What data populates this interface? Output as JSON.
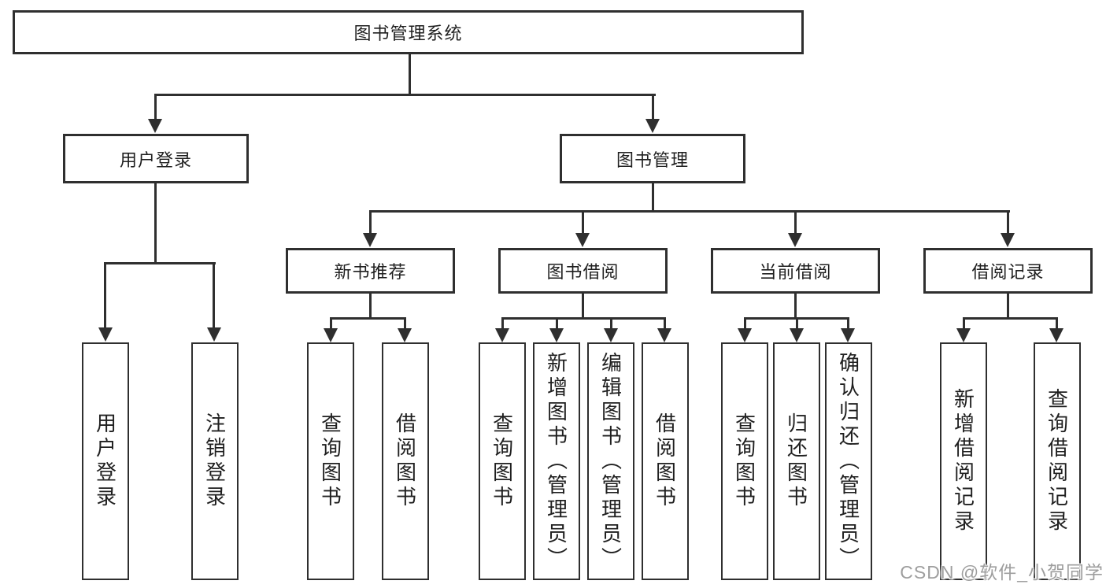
{
  "nodes": {
    "root": "图书管理系统",
    "level2": [
      {
        "label": "用户登录"
      },
      {
        "label": "图书管理"
      }
    ],
    "level3": [
      {
        "label": "新书推荐"
      },
      {
        "label": "图书借阅"
      },
      {
        "label": "当前借阅"
      },
      {
        "label": "借阅记录"
      }
    ],
    "leaves": {
      "user_login": [
        "用户登录",
        "注销登录"
      ],
      "new_books": [
        "查询图书",
        "借阅图书"
      ],
      "borrow": [
        "查询图书",
        "新增图书（管理员）",
        "编辑图书（管理员）",
        "借阅图书"
      ],
      "current": [
        "查询图书",
        "归还图书",
        "确认归还（管理员）"
      ],
      "records": [
        "新增借阅记录",
        "查询借阅记录"
      ]
    }
  },
  "watermark": "CSDN @软件_小贺同学",
  "colors": {
    "line": "#2f2f2f",
    "text": "#1f1f1f",
    "background": "#ffffff",
    "watermark": "#9e9e9e"
  }
}
